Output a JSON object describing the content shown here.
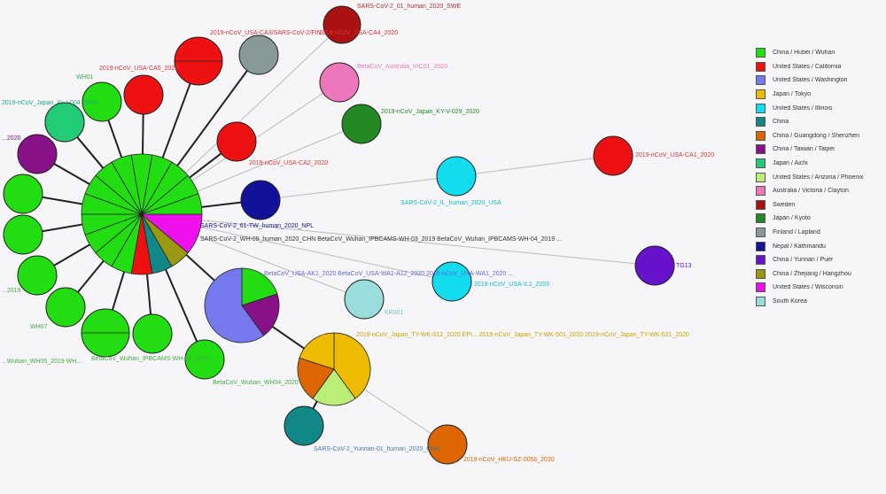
{
  "legend": {
    "items": [
      {
        "label": "China / Hubei / Wuhan",
        "color": "#22dd11"
      },
      {
        "label": "United States / California",
        "color": "#ee1111"
      },
      {
        "label": "United States / Washington",
        "color": "#7777ee"
      },
      {
        "label": "Japan / Tokyo",
        "color": "#eebb00"
      },
      {
        "label": "United States / Illinois",
        "color": "#11ddee"
      },
      {
        "label": "China",
        "color": "#118888"
      },
      {
        "label": "China / Guangdong / Shenzhen",
        "color": "#dd6600"
      },
      {
        "label": "China / Taiwan / Taipei",
        "color": "#881188"
      },
      {
        "label": "Japan / Aichi",
        "color": "#22cc77"
      },
      {
        "label": "United States / Arizona / Phoenix",
        "color": "#bbee77"
      },
      {
        "label": "Australia / Victoria / Clayton",
        "color": "#ee77bb"
      },
      {
        "label": "Sweden",
        "color": "#aa1111"
      },
      {
        "label": "Japan / Kyoto",
        "color": "#228822"
      },
      {
        "label": "Finland / Lapland",
        "color": "#889999"
      },
      {
        "label": "Nepal / Kathmandu",
        "color": "#111199"
      },
      {
        "label": "China / Yunnan / Puer",
        "color": "#6611cc"
      },
      {
        "label": "China / Zhejiang / Hangzhou",
        "color": "#999911"
      },
      {
        "label": "United States / Wisconsin",
        "color": "#ee11ee"
      },
      {
        "label": "South Korea",
        "color": "#99dddd"
      }
    ]
  },
  "network": {
    "nodes": [
      {
        "id": "hub",
        "color": "#22dd11",
        "label": "",
        "label_color": "#333333",
        "slices": [
          {
            "color": "#ee11ee",
            "value": 2
          },
          {
            "color": "#999911",
            "value": 1
          },
          {
            "color": "#118888",
            "value": 1
          },
          {
            "color": "#ee1111",
            "value": 1
          },
          {
            "color": "#22dd11",
            "value": 13
          }
        ]
      },
      {
        "id": "wa",
        "color": "#7777ee",
        "label": "",
        "label_color": "#333333",
        "slices": [
          {
            "color": "#22dd11",
            "value": 1
          },
          {
            "color": "#881188",
            "value": 1
          },
          {
            "color": "#7777ee",
            "value": 3
          }
        ]
      },
      {
        "id": "jp",
        "color": "#eebb00",
        "label": "2019-nCoV_Japan_TY-WK-012_2020 EPI... 2019-nCoV_Japan_TY-WK-501_2020  2019-nCoV_Japan_TY-WK-521_2020",
        "label_color": "#c8a200",
        "slices": [
          {
            "color": "#eebb00",
            "value": 2
          },
          {
            "color": "#bbee77",
            "value": 1
          },
          {
            "color": "#dd6600",
            "value": 1
          },
          {
            "color": "#eebb00",
            "value": 1
          }
        ]
      },
      {
        "id": "sweden",
        "color": "#aa1111",
        "label": "SARS-CoV-2_01_human_2020_SWE",
        "label_color": "#aa3333"
      },
      {
        "id": "finland",
        "color": "#889999",
        "label": "2019-nCoV_USA-CA3/SARS-CoV-2/FIN...",
        "label_color": "#dd3333"
      },
      {
        "id": "ca4",
        "color": "#ee1111",
        "label": "2019-nCoV_USA-CA4_2020",
        "label_color": "#dd3333"
      },
      {
        "id": "aus",
        "color": "#ee77bb",
        "label": "BetaCoV_Australia_VIC01_2020",
        "label_color": "#ee77bb"
      },
      {
        "id": "ca5",
        "color": "#ee1111",
        "label": "2019-nCoV_USA-CA5_2020",
        "label_color": "#dd3333"
      },
      {
        "id": "kyoto",
        "color": "#228822",
        "label": "2019-nCoV_Japan_KY-V-029_2020",
        "label_color": "#228822"
      },
      {
        "id": "ca2",
        "color": "#ee1111",
        "label": "2019-nCoV_USA-CA2_2020",
        "label_color": "#dd3333"
      },
      {
        "id": "illinois",
        "color": "#11ddee",
        "label": "SARS-CoV-2_IL_human_2020_USA",
        "label_color": "#11bbcc"
      },
      {
        "id": "ca1",
        "color": "#ee1111",
        "label": "2019-nCoV_USA-CA1_2020",
        "label_color": "#dd3333"
      },
      {
        "id": "nepal",
        "color": "#111199",
        "label": "SARS-CoV-2_61-TW_human_2020_NPL",
        "label_color": "#111199"
      },
      {
        "id": "puer",
        "color": "#6611cc",
        "label": "TG13",
        "label_color": "#6611cc"
      },
      {
        "id": "il1",
        "color": "#11ddee",
        "label": "2019-nCoV_USA-IL1_2020",
        "label_color": "#11bbcc"
      },
      {
        "id": "korea",
        "color": "#99dddd",
        "label": "KR001",
        "label_color": "#77bbbb"
      },
      {
        "id": "yunnan",
        "color": "#118888",
        "label": "SARS-CoV-2_Yunnan-01_human_2020_CHN",
        "label_color": "#4477aa"
      },
      {
        "id": "shenzhen",
        "color": "#dd6600",
        "label": "2019-nCoV_HKU-SZ-005b_2020",
        "label_color": "#dd6600"
      },
      {
        "id": "wuhan-lower",
        "color": "#22dd11",
        "label": "BetaCoV_Wuhan_WH04_2020",
        "label_color": "#44aa44"
      },
      {
        "id": "wuhan-big",
        "color": "#22dd11",
        "label": "BetaCoV_Wuhan_IPBCAMS-WH-05_2020",
        "label_color": "#44aa44"
      },
      {
        "id": "wuhan-a",
        "color": "#22dd11",
        "label": "",
        "label_color": "#44aa44"
      },
      {
        "id": "wuhan-b",
        "color": "#22dd11",
        "label": "WH01",
        "label_color": "#44aa44"
      },
      {
        "id": "wuhan-c",
        "color": "#22dd11",
        "label": "",
        "label_color": "#44aa44"
      },
      {
        "id": "wuhan-d",
        "color": "#22dd11",
        "label": "",
        "label_color": "#44aa44"
      },
      {
        "id": "wuhan-e",
        "color": "#22dd11",
        "label": "",
        "label_color": "#44aa44"
      },
      {
        "id": "wuhan-f",
        "color": "#22dd11",
        "label": "WH07",
        "label_color": "#44aa44"
      },
      {
        "id": "wuhan-g",
        "color": "#22dd11",
        "label": "",
        "label_color": "#44aa44"
      },
      {
        "id": "wuhan-h",
        "color": "#22dd11",
        "label": "",
        "label_color": "#44aa44"
      },
      {
        "id": "aichi",
        "color": "#22cc77",
        "label": "2019-nCoV_Japan_AI_I-004_2020",
        "label_color": "#22aa77"
      },
      {
        "id": "taipei",
        "color": "#881188",
        "label": "...2020",
        "label_color": "#881188"
      }
    ],
    "edges": [
      [
        "hub",
        "wa"
      ],
      [
        "wa",
        "jp"
      ],
      [
        "jp",
        "yunnan"
      ],
      [
        "jp",
        "shenzhen"
      ],
      [
        "hub",
        "sweden"
      ],
      [
        "hub",
        "finland"
      ],
      [
        "hub",
        "ca4"
      ],
      [
        "hub",
        "aus"
      ],
      [
        "hub",
        "ca5"
      ],
      [
        "hub",
        "kyoto"
      ],
      [
        "hub",
        "ca2"
      ],
      [
        "hub",
        "illinois"
      ],
      [
        "illinois",
        "ca1"
      ],
      [
        "hub",
        "nepal"
      ],
      [
        "hub",
        "puer"
      ],
      [
        "hub",
        "il1"
      ],
      [
        "hub",
        "korea"
      ],
      [
        "hub",
        "wuhan-lower"
      ],
      [
        "hub",
        "wuhan-big"
      ],
      [
        "hub",
        "wuhan-a"
      ],
      [
        "hub",
        "wuhan-b"
      ],
      [
        "hub",
        "wuhan-c"
      ],
      [
        "hub",
        "wuhan-d"
      ],
      [
        "hub",
        "wuhan-e"
      ],
      [
        "hub",
        "wuhan-f"
      ],
      [
        "hub",
        "wuhan-g"
      ],
      [
        "hub",
        "wuhan-h"
      ],
      [
        "hub",
        "aichi"
      ],
      [
        "hub",
        "taipei"
      ]
    ],
    "extra_labels": [
      {
        "id": "hub-list",
        "text": "SARS-CoV-2_WH-09_human_2020_CHN  BetaCoV_Wuhan_IPBCAMS-WH-03_2019  BetaCoV_Wuhan_IPBCAMS-WH-04_2019 ...",
        "color": "#333333"
      },
      {
        "id": "wa-list",
        "text": "BetaCoV_USA-AK1_2020  BetaCoV_USA-WA1-A12_2020  2019-nCoV_USA-WA1_2020 ...",
        "color": "#6666dd"
      },
      {
        "id": "left-label-1",
        "text": "...2019",
        "color": "#44aa44"
      },
      {
        "id": "left-label-2",
        "text": "...Wuhan_WH05_2019  WH...",
        "color": "#44aa44"
      }
    ]
  }
}
